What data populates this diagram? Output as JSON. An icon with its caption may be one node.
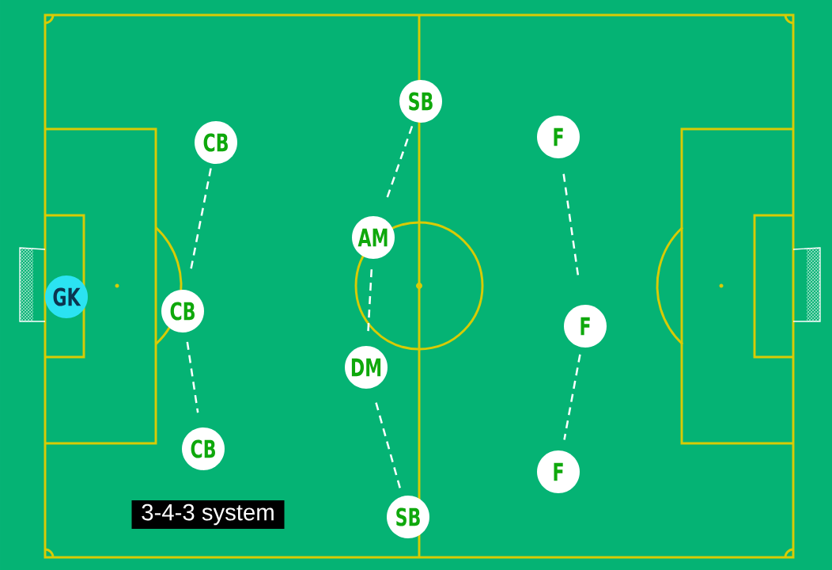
{
  "diagram": {
    "nodes": [
      {
        "text": [
          "GK"
        ]
      },
      {
        "text": [
          "CB"
        ]
      },
      {
        "text": [
          "CB"
        ]
      },
      {
        "text": [
          "CB"
        ]
      },
      {
        "text": [
          "SB"
        ]
      },
      {
        "text": [
          "AM"
        ]
      },
      {
        "text": [
          "DM"
        ]
      },
      {
        "text": [
          "SB"
        ]
      },
      {
        "text": [
          "F"
        ]
      },
      {
        "text": [
          "F"
        ]
      },
      {
        "text": [
          "F"
        ]
      },
      {
        "text": [
          "3-4-3 system"
        ]
      }
    ],
    "edges": [
      {
        "from": 1,
        "to": 2,
        "arrow": "none",
        "style": "dashed"
      },
      {
        "from": 2,
        "to": 3,
        "arrow": "none",
        "style": "dashed"
      },
      {
        "from": 4,
        "to": 5,
        "arrow": "none",
        "style": "dashed"
      },
      {
        "from": 5,
        "to": 6,
        "arrow": "none",
        "style": "dashed"
      },
      {
        "from": 6,
        "to": 7,
        "arrow": "none",
        "style": "dashed"
      },
      {
        "from": 8,
        "to": 9,
        "arrow": "none",
        "style": "dashed"
      },
      {
        "from": 9,
        "to": 10,
        "arrow": "none",
        "style": "dashed"
      }
    ]
  }
}
